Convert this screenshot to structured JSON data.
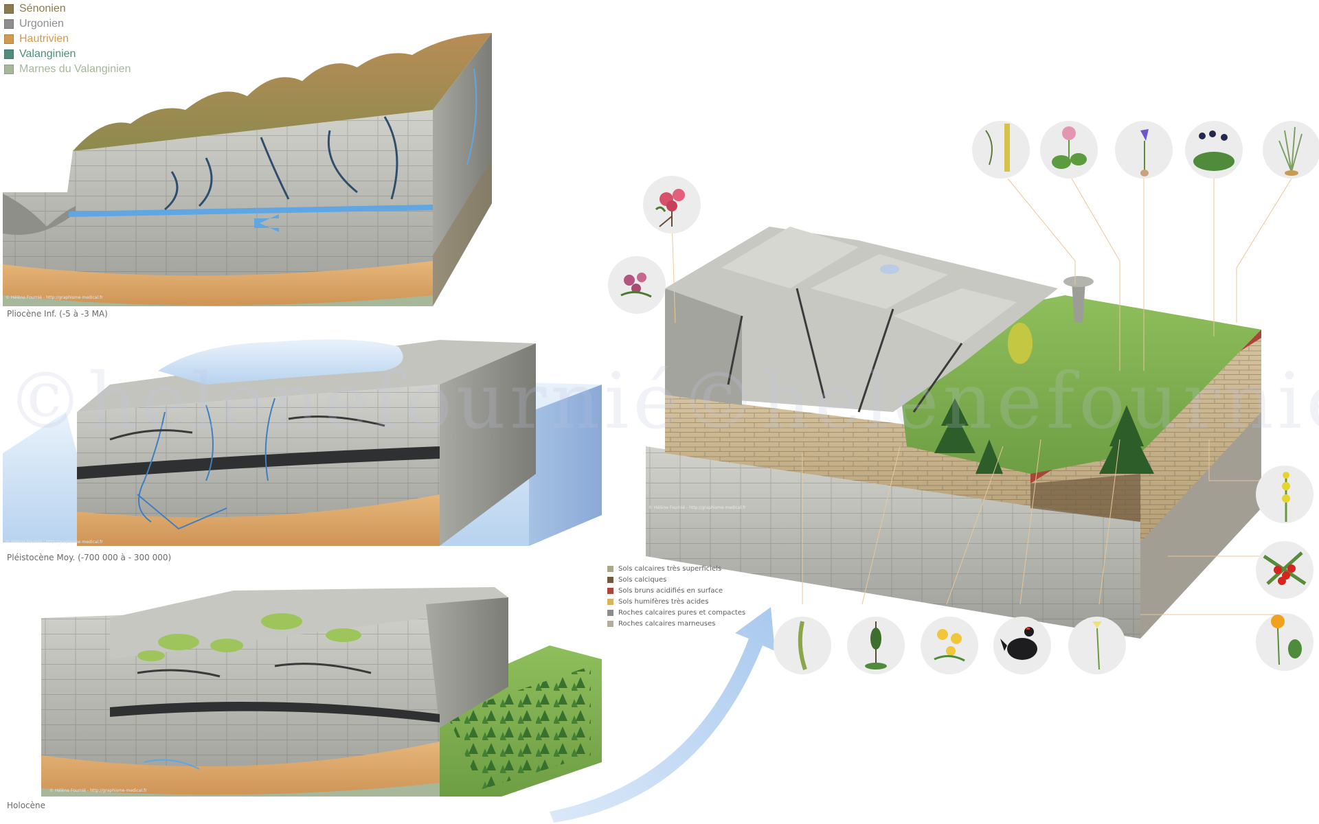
{
  "geology_legend": [
    {
      "label": "Sénonien",
      "color": "#8b7a4d"
    },
    {
      "label": "Urgonien",
      "color": "#8e8e8e"
    },
    {
      "label": "Hautrivien",
      "color": "#d19a4c"
    },
    {
      "label": "Valanginien",
      "color": "#4f8c7c"
    },
    {
      "label": "Marnes du Valanginien",
      "color": "#a7b79a"
    }
  ],
  "panels": {
    "pliocene": {
      "caption": "Pliocène Inf. (-5 à -3 MA)",
      "credit": "© Hélène Fournié - http://graphisme-medical.fr"
    },
    "pleistocene": {
      "caption": "Pléistocène Moy. (-700 000 à - 300 000)",
      "credit": "© Hélène Fournié - http://graphisme-medical.fr"
    },
    "holocene": {
      "caption": "Holocène",
      "credit": "© Hélène Fournié - http://graphisme-medical.fr"
    },
    "main": {
      "credit": "© Hélène Fournié - http://graphisme-medical.fr"
    }
  },
  "soil_legend": [
    {
      "label": "Sols calcaires très superficiels",
      "color": "#a8a88a"
    },
    {
      "label": "Sols calciques",
      "color": "#6f5a3e"
    },
    {
      "label": "Sols bruns acidifiés en surface",
      "color": "#a9463a"
    },
    {
      "label": "Sols humifères très acides",
      "color": "#d9b35e"
    },
    {
      "label": "Roches calcaires pures et compactes",
      "color": "#8c8c8c"
    },
    {
      "label": "Roches calcaires marneuses",
      "color": "#b3ada0"
    }
  ],
  "watermark": "©helenefournié",
  "colors": {
    "limestone": "#b9b9b4",
    "sand": "#dcaa6c",
    "grass": "#7fae4e",
    "soil_red": "#a9463a",
    "ice": "#cfe2f4",
    "water": "#5fa6e2",
    "arrow": "#c3daf4"
  }
}
